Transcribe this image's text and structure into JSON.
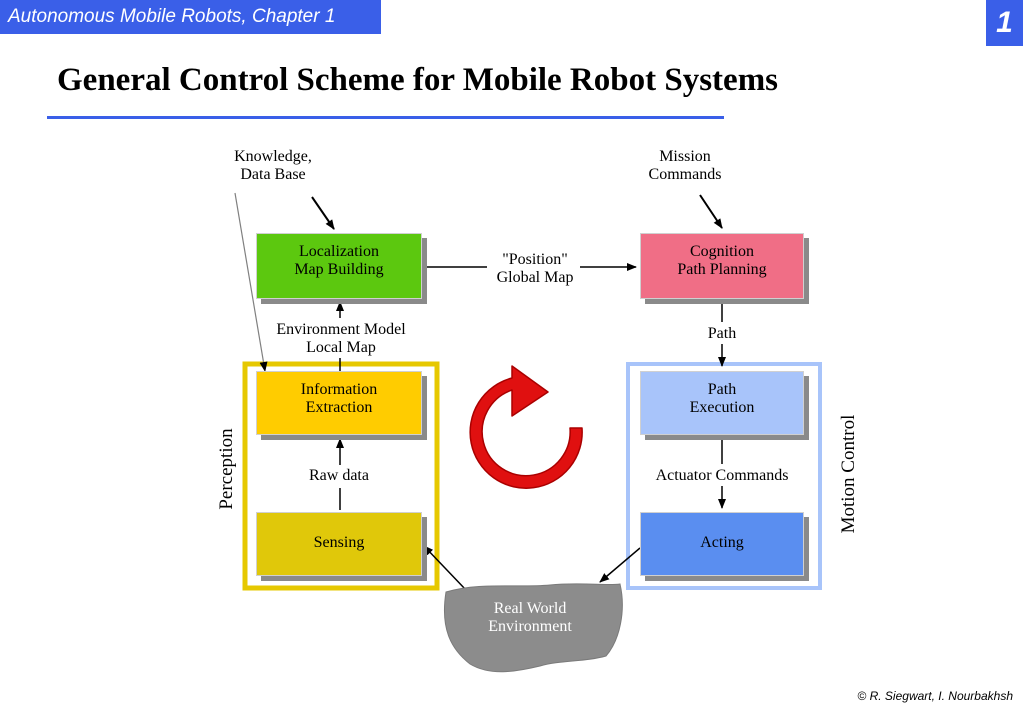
{
  "header": {
    "chapter": "Autonomous Mobile Robots, Chapter 1",
    "slide_number": "1"
  },
  "title": "General Control Scheme for Mobile Robot Systems",
  "diagram": {
    "inputs": {
      "knowledge": [
        "Knowledge,",
        "Data Base"
      ],
      "mission": [
        "Mission",
        "Commands"
      ]
    },
    "boxes": {
      "localization": [
        "Localization",
        "Map Building"
      ],
      "cognition": [
        "Cognition",
        "Path Planning"
      ],
      "information": [
        "Information",
        "Extraction"
      ],
      "sensing": [
        "Sensing"
      ],
      "path_execution": [
        "Path",
        "Execution"
      ],
      "acting": [
        "Acting"
      ]
    },
    "edge_labels": {
      "position": [
        "\"Position\"",
        "Global Map"
      ],
      "environment_model": [
        "Environment Model",
        "Local Map"
      ],
      "path": "Path",
      "raw_data": "Raw data",
      "actuator_commands": "Actuator Commands"
    },
    "group_labels": {
      "perception": "Perception",
      "motion_control": "Motion Control"
    },
    "environment": [
      "Real World",
      "Environment"
    ],
    "colors": {
      "localization": "#5cc80f",
      "cognition": "#f06e86",
      "information": "#ffcc00",
      "sensing": "#e0c80a",
      "path_execution": "#a8c4fa",
      "acting": "#5a8ef0",
      "perception_frame": "#e6c800",
      "motion_frame": "#a8c4fa",
      "cycle_arrow": "#e01010",
      "environment": "#8c8c8c",
      "accent": "#3a5fe8"
    }
  },
  "footer": {
    "copyright": "© R. Siegwart, I. Nourbakhsh"
  }
}
